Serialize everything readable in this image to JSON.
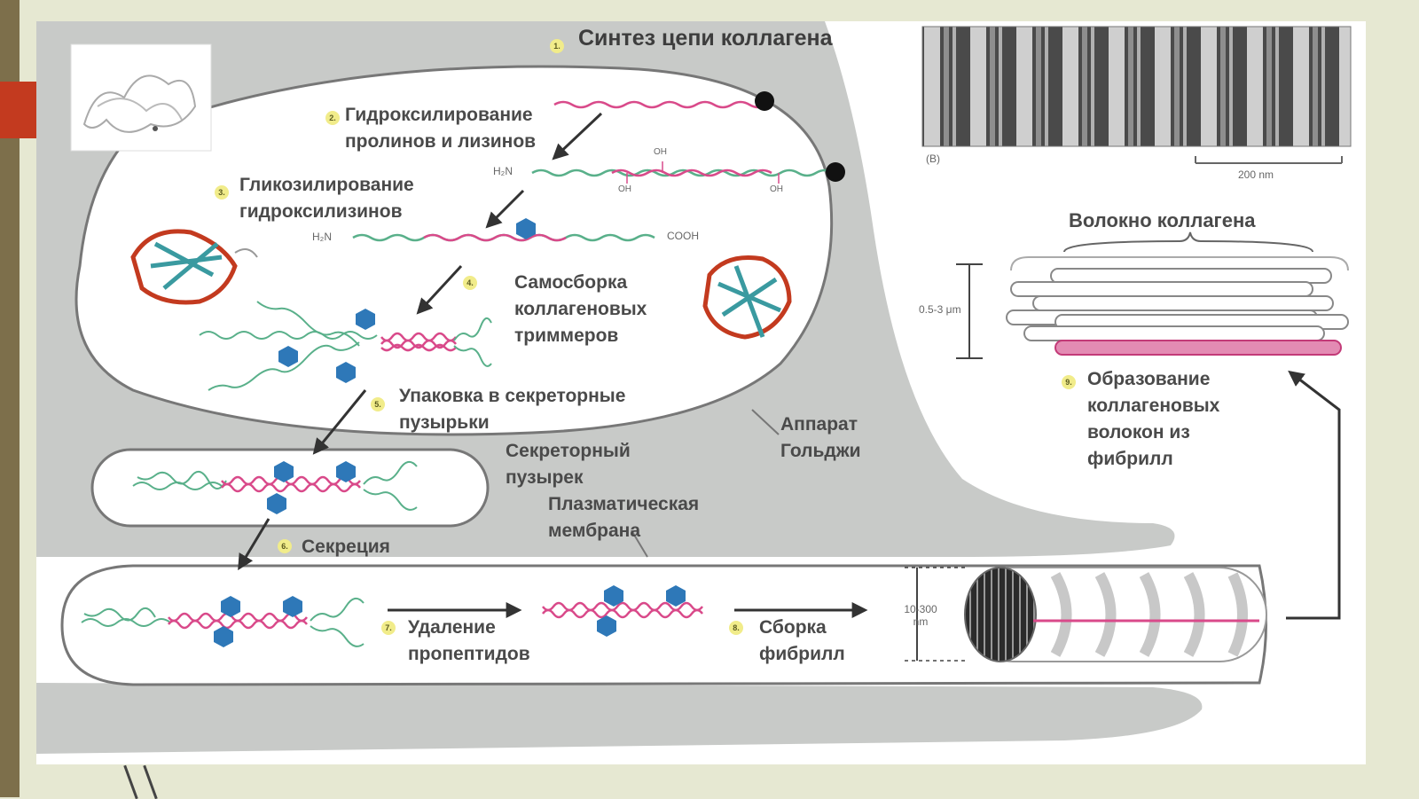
{
  "steps": {
    "s1": {
      "num": "1.",
      "text": "Синтез цепи коллагена"
    },
    "s2": {
      "num": "2.",
      "text": "Гидроксилирование\nпролинов и лизинов"
    },
    "s3": {
      "num": "3.",
      "text": "Гликозилирование\nгидроксилизинов"
    },
    "s4": {
      "num": "4.",
      "text": "Самосборка\nколлагеновых\nтриммеров"
    },
    "s5": {
      "num": "5.",
      "text": "Упаковка в секреторные\nпузырьки"
    },
    "s6": {
      "num": "6.",
      "text": "Секреция"
    },
    "s7": {
      "num": "7.",
      "text": "Удаление\nпропептидов"
    },
    "s8": {
      "num": "8.",
      "text": "Сборка\nфибрилл"
    },
    "s9": {
      "num": "9.",
      "text": "Образование\nколлагеновых\nволокон из\nфибрилл"
    }
  },
  "labels": {
    "golgi": "Аппарат\nГольджи",
    "vesicle": "Секреторный\nпузырек",
    "membrane": "Плазматическая\nмембрана",
    "fiber": "Волокно коллагена"
  },
  "micrograph": {
    "panel": "(B)",
    "scale": "200 nm"
  },
  "dims": {
    "fiber_width": "0.5-3 μm",
    "fibril_width": "10-300\nnm"
  },
  "chem": {
    "nh2": "H₂N",
    "cooh": "COOH",
    "oh": "OH"
  },
  "colors": {
    "panel_bg": "#ffffff",
    "cell_gray": "#c8cac8",
    "chain_pink": "#d94a8a",
    "chain_green": "#59b08a",
    "sugar_blue": "#2e78b8"
  }
}
